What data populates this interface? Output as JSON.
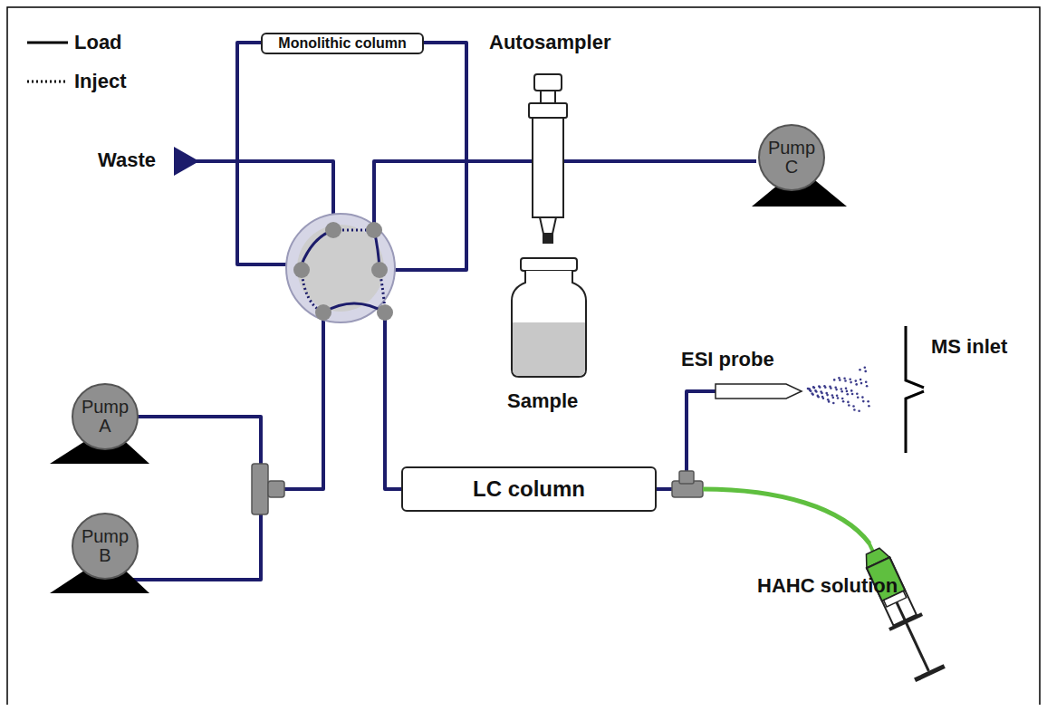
{
  "diagram": {
    "nodes": [
      {
        "text": [
          "Monolithic column"
        ]
      },
      {
        "text": [
          "Pump C"
        ]
      },
      {
        "text": [
          "Pump A"
        ]
      },
      {
        "text": [
          "Pump B"
        ]
      },
      {
        "text": [
          "LC column"
        ]
      }
    ],
    "labels": [
      "Waste",
      "Autosampler",
      "Sample",
      "ESI probe",
      "MS inlet",
      "HAHC solution"
    ],
    "legend": [
      {
        "text": "Load"
      },
      {
        "text": "Inject"
      }
    ]
  }
}
